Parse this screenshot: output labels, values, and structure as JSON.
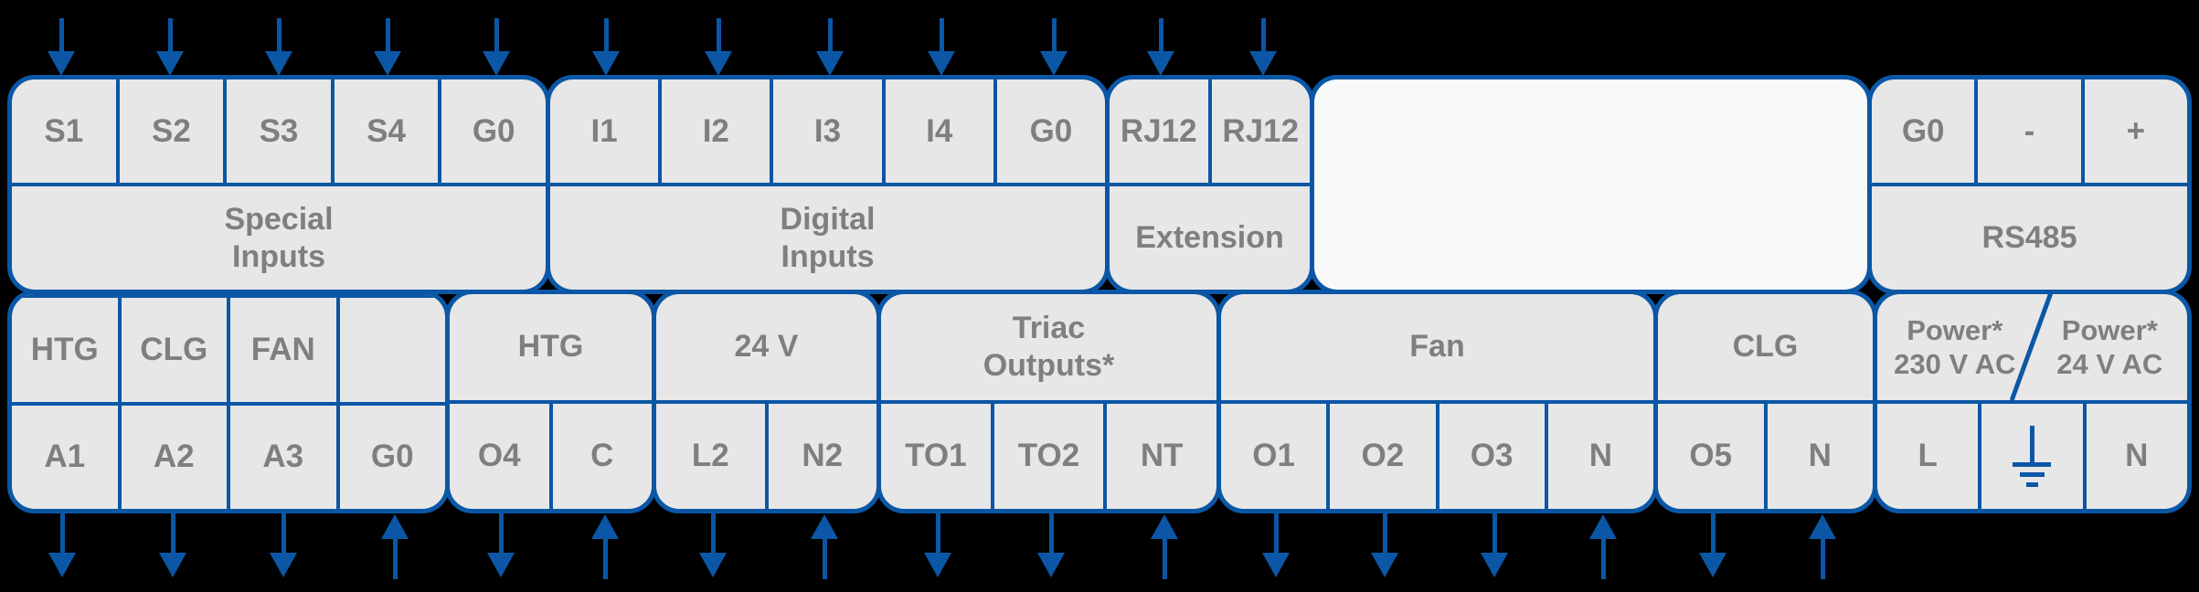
{
  "background": "#000000",
  "colors": {
    "outline_blue": "#0b57a6",
    "arrow_blue": "#0b57a6",
    "cell_fill": "#e7e7e7",
    "blank_panel_fill": "#f8f9f9",
    "text_gray": "#7e7f81"
  },
  "top_row": {
    "blocks": [
      {
        "id": "special-inputs",
        "label_lines": [
          "Special",
          "Inputs"
        ],
        "cells": [
          {
            "label": "S1",
            "arrow": "down-into"
          },
          {
            "label": "S2",
            "arrow": "down-into"
          },
          {
            "label": "S3",
            "arrow": "down-into"
          },
          {
            "label": "S4",
            "arrow": "down-into"
          },
          {
            "label": "G0",
            "arrow": "down-into"
          }
        ]
      },
      {
        "id": "digital-inputs",
        "label_lines": [
          "Digital",
          "Inputs"
        ],
        "cells": [
          {
            "label": "I1",
            "arrow": "down-into"
          },
          {
            "label": "I2",
            "arrow": "down-into"
          },
          {
            "label": "I3",
            "arrow": "down-into"
          },
          {
            "label": "I4",
            "arrow": "down-into"
          },
          {
            "label": "G0",
            "arrow": "down-into"
          }
        ]
      },
      {
        "id": "extension",
        "label_lines": [
          "Extension"
        ],
        "cells": [
          {
            "label": "RJ12",
            "arrow": "down-into"
          },
          {
            "label": "RJ12",
            "arrow": "down-into"
          }
        ]
      },
      {
        "id": "blank-panel",
        "label_lines": [],
        "cells": []
      },
      {
        "id": "rs485",
        "label_lines": [
          "RS485"
        ],
        "cells": [
          {
            "label": "G0"
          },
          {
            "label": "-"
          },
          {
            "label": "+"
          }
        ]
      }
    ]
  },
  "bottom_row": {
    "blocks": [
      {
        "id": "analog-outputs",
        "header_cells": [
          "HTG",
          "CLG",
          "FAN",
          ""
        ],
        "cells": [
          {
            "label": "A1",
            "arrow": "down-out"
          },
          {
            "label": "A2",
            "arrow": "down-out"
          },
          {
            "label": "A3",
            "arrow": "down-out"
          },
          {
            "label": "G0",
            "arrow": "up-into"
          }
        ]
      },
      {
        "id": "htg-output",
        "label_lines": [
          "HTG"
        ],
        "cells": [
          {
            "label": "O4",
            "arrow": "down-out"
          },
          {
            "label": "C",
            "arrow": "up-into"
          }
        ]
      },
      {
        "id": "24v-output",
        "label_lines": [
          "24 V"
        ],
        "cells": [
          {
            "label": "L2",
            "arrow": "down-out"
          },
          {
            "label": "N2",
            "arrow": "up-into"
          }
        ]
      },
      {
        "id": "triac-outputs",
        "label_lines": [
          "Triac",
          "Outputs*"
        ],
        "cells": [
          {
            "label": "TO1",
            "arrow": "down-out"
          },
          {
            "label": "TO2",
            "arrow": "down-out"
          },
          {
            "label": "NT",
            "arrow": "up-into"
          }
        ]
      },
      {
        "id": "fan-outputs",
        "label_lines": [
          "Fan"
        ],
        "cells": [
          {
            "label": "O1",
            "arrow": "down-out"
          },
          {
            "label": "O2",
            "arrow": "down-out"
          },
          {
            "label": "O3",
            "arrow": "down-out"
          },
          {
            "label": "N",
            "arrow": "up-into"
          }
        ]
      },
      {
        "id": "clg-output",
        "label_lines": [
          "CLG"
        ],
        "cells": [
          {
            "label": "O5",
            "arrow": "down-out"
          },
          {
            "label": "N",
            "arrow": "up-into"
          }
        ]
      },
      {
        "id": "power",
        "label_left_lines": [
          "Power*",
          "230 V AC"
        ],
        "label_right_lines": [
          "Power*",
          "24 V AC"
        ],
        "cells": [
          {
            "label": "L"
          },
          {
            "icon": "earth-ground"
          },
          {
            "label": "N"
          }
        ]
      }
    ]
  }
}
